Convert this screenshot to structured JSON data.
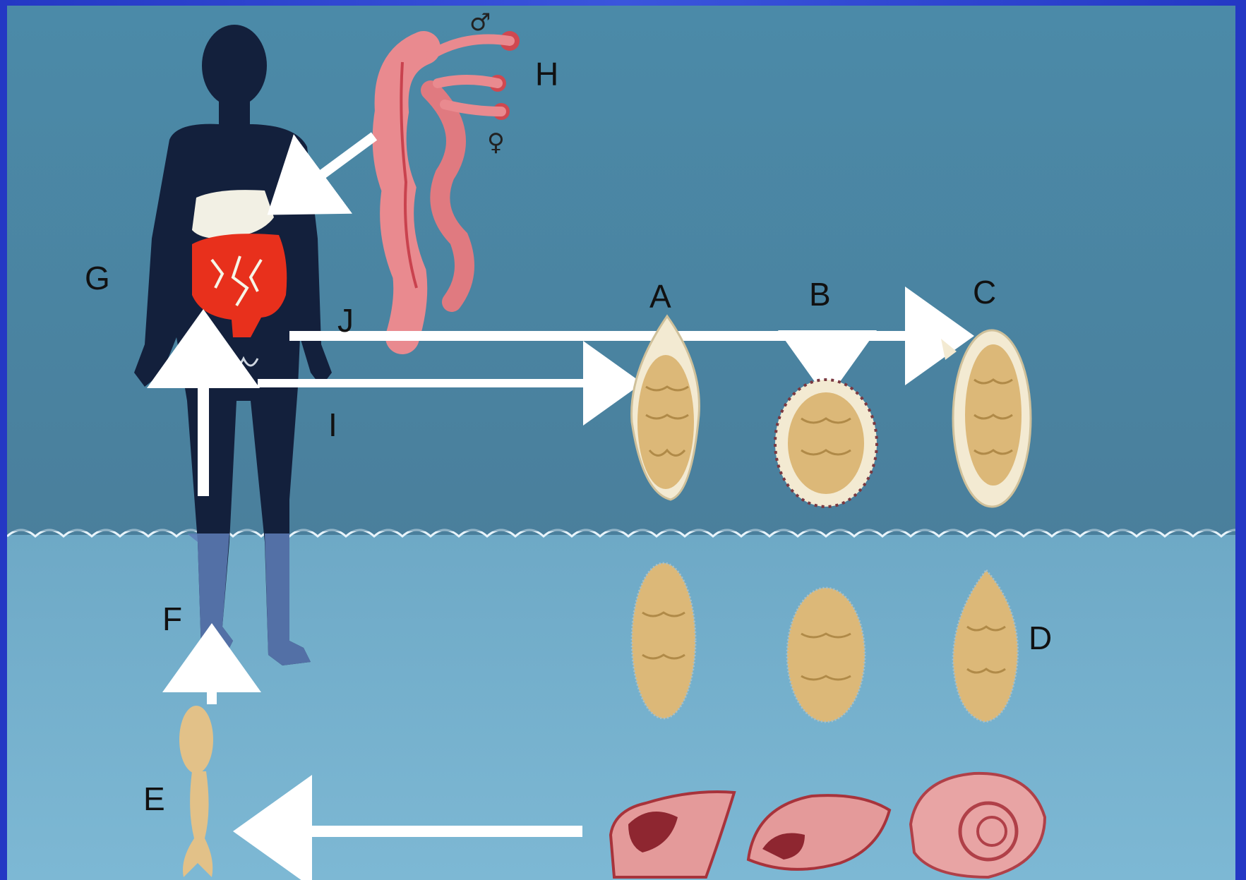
{
  "labels": {
    "A": "A",
    "B": "B",
    "C": "C",
    "D": "D",
    "E": "E",
    "F": "F",
    "G": "G",
    "H": "H",
    "I": "I",
    "J": "J"
  },
  "symbols": {
    "male": "♂",
    "female": "♀"
  },
  "colors": {
    "air": "#4f8aa7",
    "water": "#77b1cd",
    "body": "#14203c",
    "intestine": "#e8301c",
    "worm": "#e98a8f",
    "egg_shell": "#f3ead2",
    "egg_inner": "#dcb878",
    "snail": "#e49a9a",
    "arrow": "#ffffff"
  }
}
